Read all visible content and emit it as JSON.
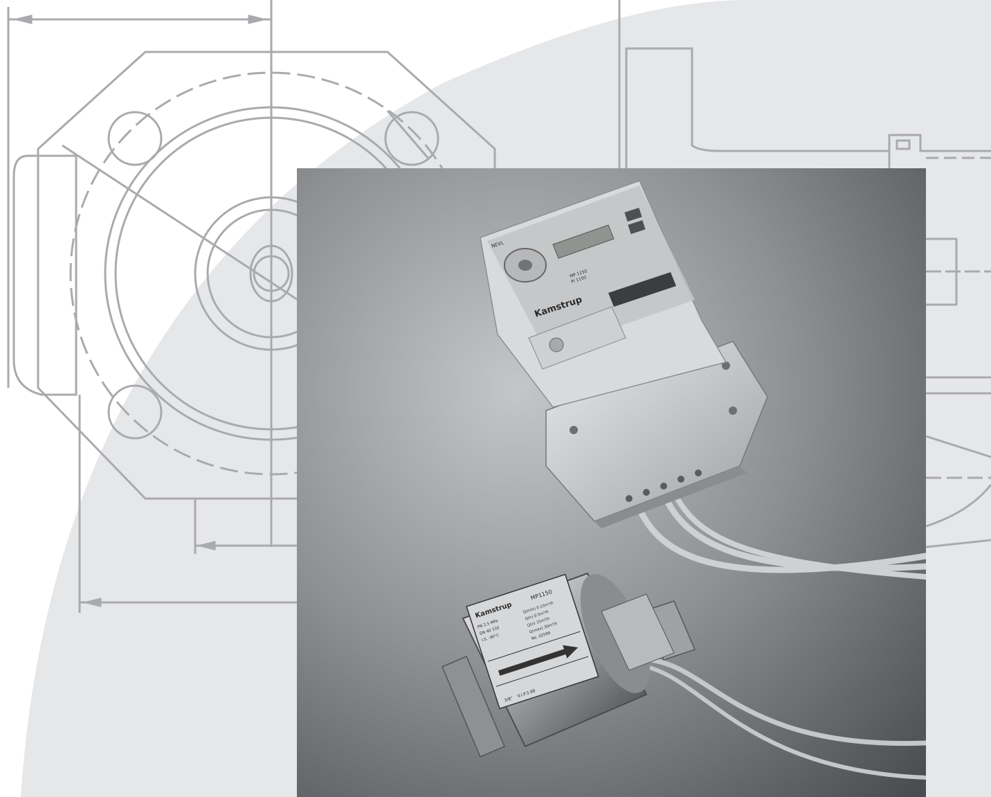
{
  "colors": {
    "page_background": "#ffffff",
    "background_arc": "#e6e7e9",
    "blueprint_lines": "#a9aaad",
    "photo_background_light": "#b9bbbe",
    "photo_background_dark": "#4e5054"
  },
  "photo": {
    "meter_brand": "Kamstrup",
    "meter_corner_label": "NEVL",
    "meter_model": "MP 1150",
    "meter_model_alt": "PI 1150",
    "sensor_brand": "Kamstrup",
    "sensor_model": "MP1150",
    "sensor_plate_rows": [
      {
        "left": "PN 2.5 MPa",
        "right": "Q(min) 0.15m³/h"
      },
      {
        "left": "DN 40  150",
        "right": "Q(n)    0.5m³/h"
      },
      {
        "left": "I.S.  -90°C",
        "right": "Q(n)   15m³/h"
      },
      {
        "left": "",
        "right": "Q(max)  30m³/h"
      },
      {
        "left": "",
        "right": "No. 02599"
      }
    ],
    "sensor_plate_footer": "V.I.P.3.98",
    "sensor_plate_footer_left": "3/8\""
  }
}
